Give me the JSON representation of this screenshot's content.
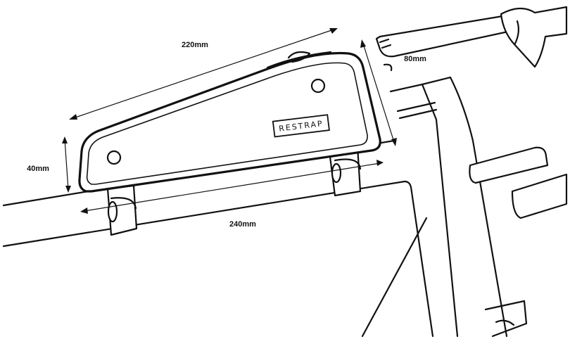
{
  "diagram": {
    "dimensions": {
      "bag_length": "220mm",
      "bag_height": "40mm",
      "front_height": "80mm",
      "mount_spacing": "240mm"
    },
    "brand": "RESTRAP"
  }
}
